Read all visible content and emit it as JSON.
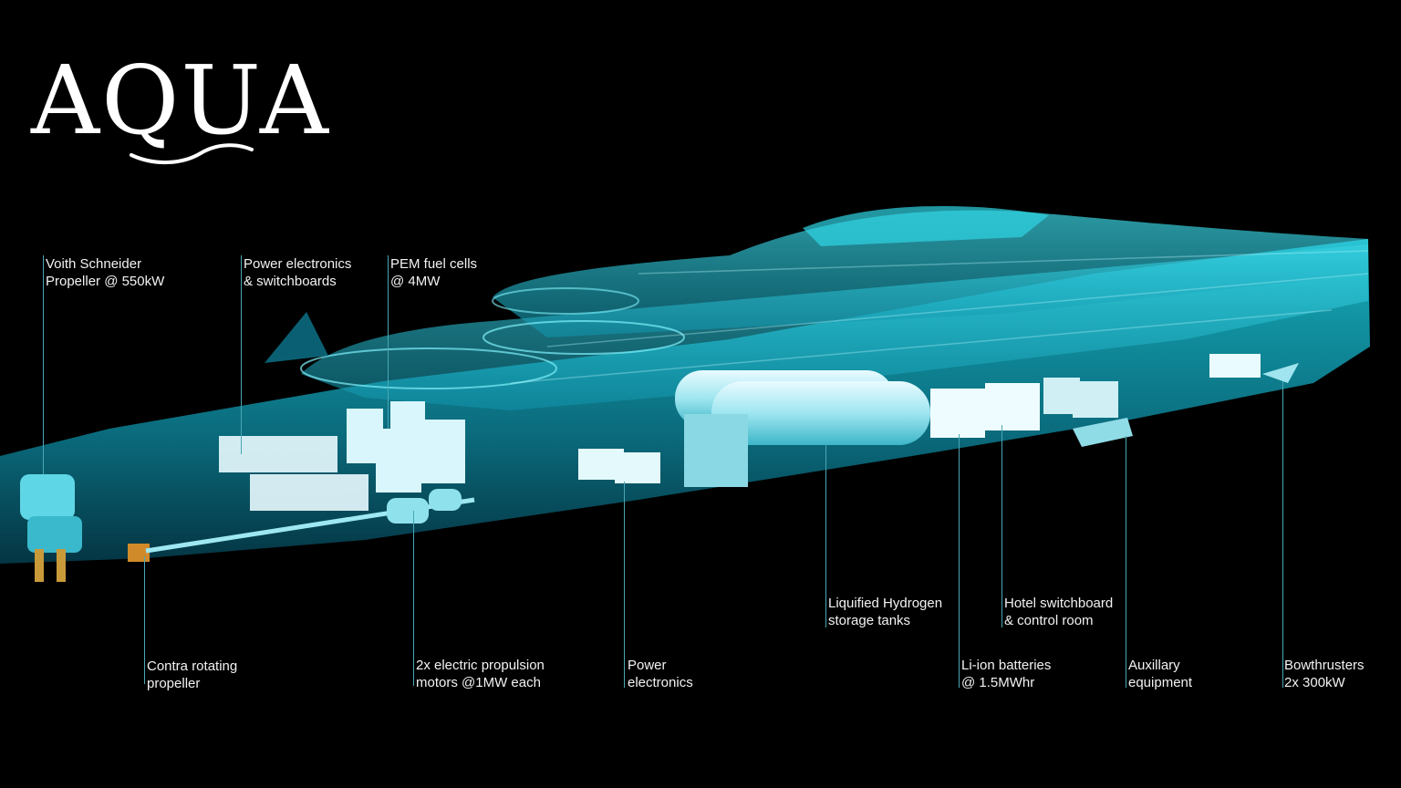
{
  "logo": {
    "text": "AQUA"
  },
  "colors": {
    "background": "#000000",
    "hull_cyan": "#19c6d6",
    "leader_line": "#4aa6b4",
    "label_text": "#f2f2f2"
  },
  "labels": [
    {
      "id": "voith-schneider-propeller",
      "lines": [
        "Voith Schneider",
        "Propeller @ 550kW"
      ]
    },
    {
      "id": "power-electronics-switchboards",
      "lines": [
        "Power electronics",
        "& switchboards"
      ]
    },
    {
      "id": "pem-fuel-cells",
      "lines": [
        "PEM fuel cells",
        "@ 4MW"
      ]
    },
    {
      "id": "contra-rotating-propeller",
      "lines": [
        "Contra rotating",
        "propeller"
      ]
    },
    {
      "id": "electric-propulsion-motors",
      "lines": [
        "2x electric propulsion",
        "motors @1MW each"
      ]
    },
    {
      "id": "power-electronics",
      "lines": [
        "Power",
        "electronics"
      ]
    },
    {
      "id": "liquified-hydrogen-tanks",
      "lines": [
        "Liquified Hydrogen",
        "storage tanks"
      ]
    },
    {
      "id": "hotel-switchboard",
      "lines": [
        "Hotel switchboard",
        "& control room"
      ]
    },
    {
      "id": "li-ion-batteries",
      "lines": [
        "Li-ion batteries",
        "@ 1.5MWhr"
      ]
    },
    {
      "id": "auxillary-equipment",
      "lines": [
        "Auxillary",
        "equipment"
      ]
    },
    {
      "id": "bowthrusters",
      "lines": [
        "Bowthrusters",
        "2x 300kW"
      ]
    }
  ]
}
